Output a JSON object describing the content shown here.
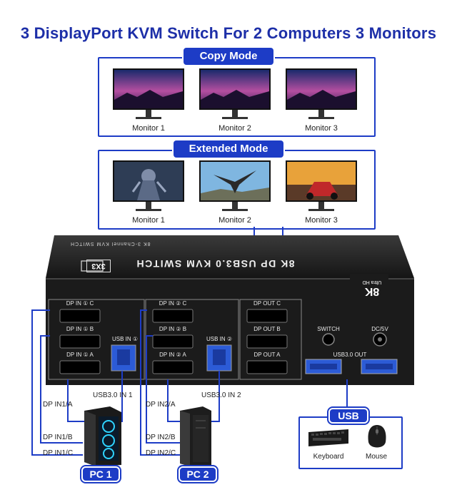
{
  "title": "3 DisplayPort KVM Switch For 2 Computers 3 Monitors",
  "copy_mode": {
    "label": "Copy Mode",
    "monitors": [
      "Monitor 1",
      "Monitor 2",
      "Monitor 3"
    ]
  },
  "extended_mode": {
    "label": "Extended Mode",
    "monitors": [
      "Monitor 1",
      "Monitor 2",
      "Monitor 3"
    ]
  },
  "device": {
    "top_label": "8K 3-Channel KVM SWITCH",
    "front_text": "8K DP USB3.0 KVM SWITCH",
    "badge": "3X3",
    "logo_big": "8K",
    "logo_small": "Ultra HD",
    "ports": {
      "pc1": [
        "DP IN ① C",
        "DP IN ① B",
        "DP IN ① A"
      ],
      "pc1_usb": "USB IN ①",
      "pc2": [
        "DP IN ② C",
        "DP IN ② B",
        "DP IN ② A"
      ],
      "pc2_usb": "USB IN ②",
      "out": [
        "DP OUT C",
        "DP OUT B",
        "DP OUT A"
      ],
      "switch": "SWITCH",
      "power": "DC/5V",
      "usb_out": "USB3.0 OUT"
    }
  },
  "pc1": {
    "label": "PC 1",
    "cables": [
      "DP IN1/A",
      "USB3.0 IN 1",
      "DP IN1/B",
      "DP IN1/C"
    ]
  },
  "pc2": {
    "label": "PC 2",
    "cables": [
      "DP IN2/A",
      "USB3.0 IN 2",
      "DP IN2/B",
      "DP IN2/C"
    ]
  },
  "usb": {
    "label": "USB",
    "devices": [
      "Keyboard",
      "Mouse"
    ]
  },
  "colors": {
    "accent": "#1d3cc6",
    "title": "#1d2fa8",
    "device": "#1b1b1b"
  }
}
